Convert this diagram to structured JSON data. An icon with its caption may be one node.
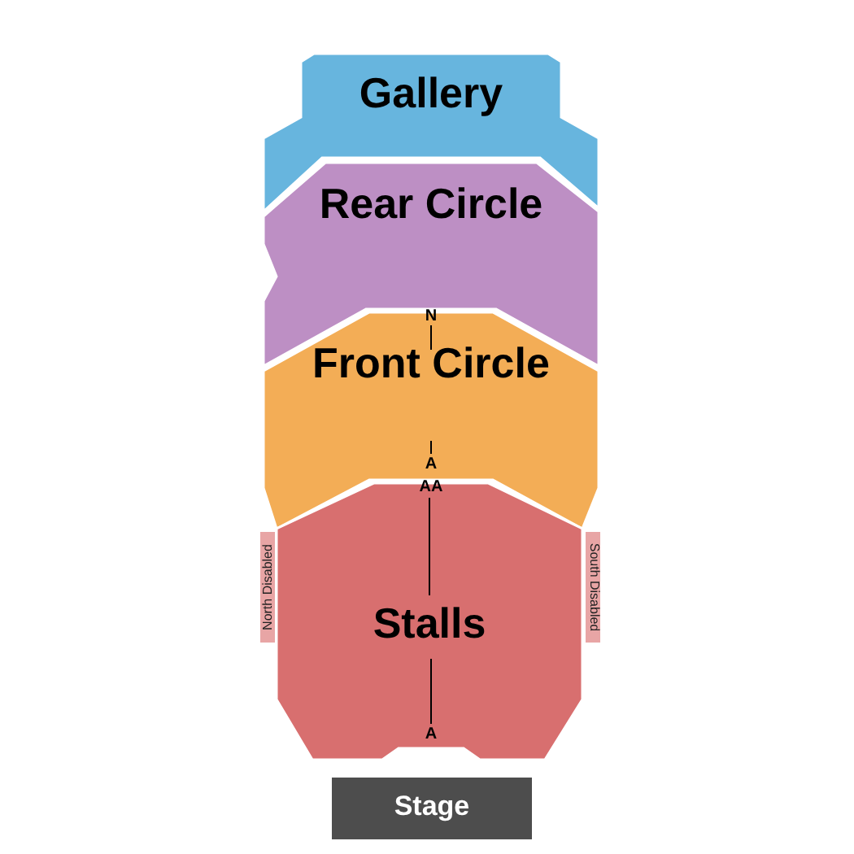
{
  "diagram": {
    "nodes": [
      {
        "text": [
          "Gallery"
        ]
      },
      {
        "text": [
          "Rear Circle"
        ]
      },
      {
        "text": [
          "Front Circle"
        ]
      },
      {
        "text": [
          "Stalls"
        ]
      },
      {
        "text": [
          "North Disabled"
        ]
      },
      {
        "text": [
          "South Disabled"
        ]
      },
      {
        "text": [
          "Stage"
        ]
      }
    ],
    "edges": [],
    "labels": [
      "N",
      "A",
      "AA",
      "A"
    ]
  }
}
